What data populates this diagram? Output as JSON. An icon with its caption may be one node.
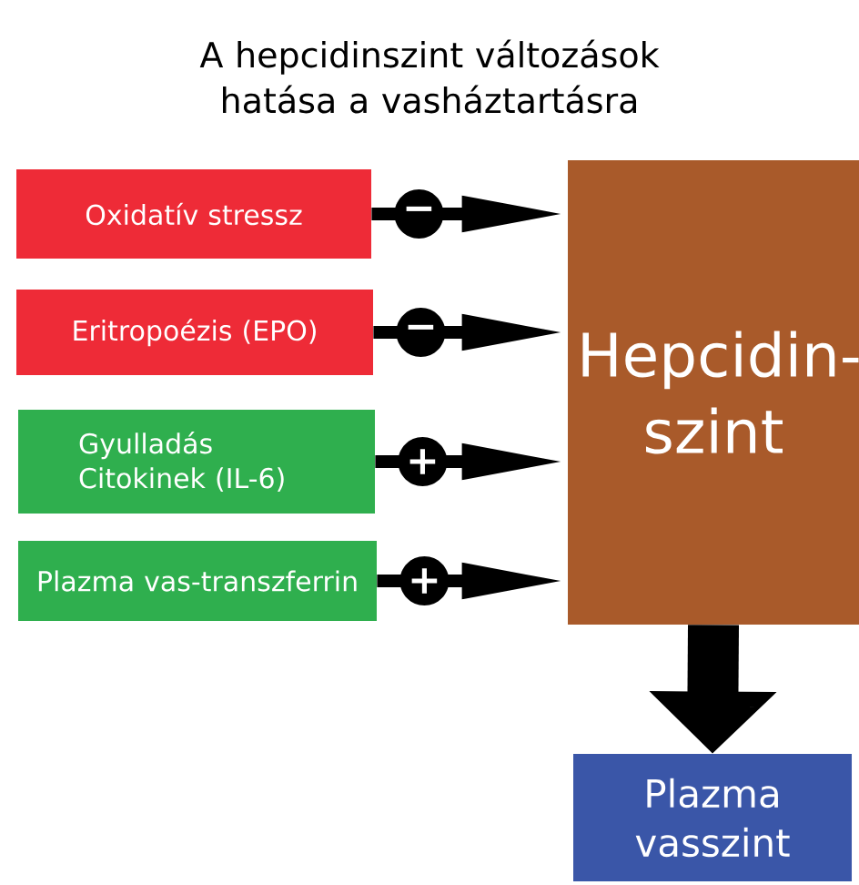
{
  "diagram": {
    "title": "A hepcidinszint változások hatása a vasháztartásra",
    "nodes": [
      {
        "text": [
          "Oxidatív stressz"
        ]
      },
      {
        "text": [
          "Eritropoézis (EPO)"
        ]
      },
      {
        "text": [
          "Gyulladás Citokinek (IL-6)"
        ]
      },
      {
        "text": [
          "Plazma vas-transzferrin"
        ]
      },
      {
        "text": [
          "Hepcidin- szint"
        ]
      },
      {
        "text": [
          "Plazma vasszint"
        ]
      }
    ],
    "edges": [
      {
        "from": 0,
        "to": 4,
        "arrow": "to",
        "label": "−"
      },
      {
        "from": 1,
        "to": 4,
        "arrow": "to",
        "label": "−"
      },
      {
        "from": 2,
        "to": 4,
        "arrow": "to",
        "label": "+"
      },
      {
        "from": 3,
        "to": 4,
        "arrow": "to",
        "label": "+"
      },
      {
        "from": 4,
        "to": 5,
        "arrow": "to",
        "style": "thick"
      }
    ]
  }
}
